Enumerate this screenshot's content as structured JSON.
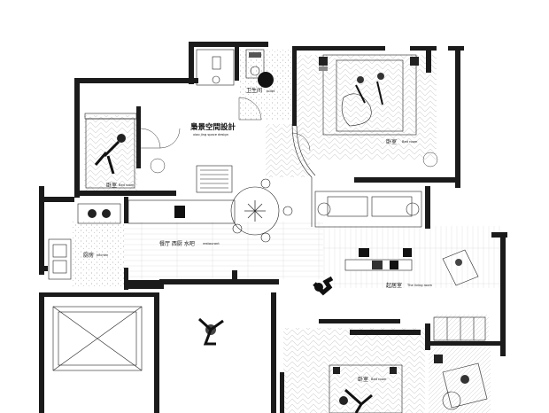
{
  "plan": {
    "brand": {
      "name_cn": "梟景空間設計",
      "name_en": "xiao jing space design"
    },
    "rooms": {
      "toilet": {
        "cn": "卫生间",
        "en": "toilet"
      },
      "master_bedroom": {
        "cn": "卧室",
        "en": "Bed room"
      },
      "left_bedroom": {
        "cn": "卧室",
        "en": "Bed room"
      },
      "dining": {
        "cn": "餐厅 西厨 水吧",
        "en": "restaurant"
      },
      "kitchen": {
        "cn": "厨房",
        "en": "kitchen"
      },
      "living": {
        "cn": "起居室",
        "en": "The living room"
      },
      "bottom_bedroom": {
        "cn": "卧室",
        "en": "Bed room"
      }
    },
    "colors": {
      "wall": "#1b1b1b",
      "floor_pattern": "#d9d9d9",
      "background": "#ffffff"
    }
  }
}
